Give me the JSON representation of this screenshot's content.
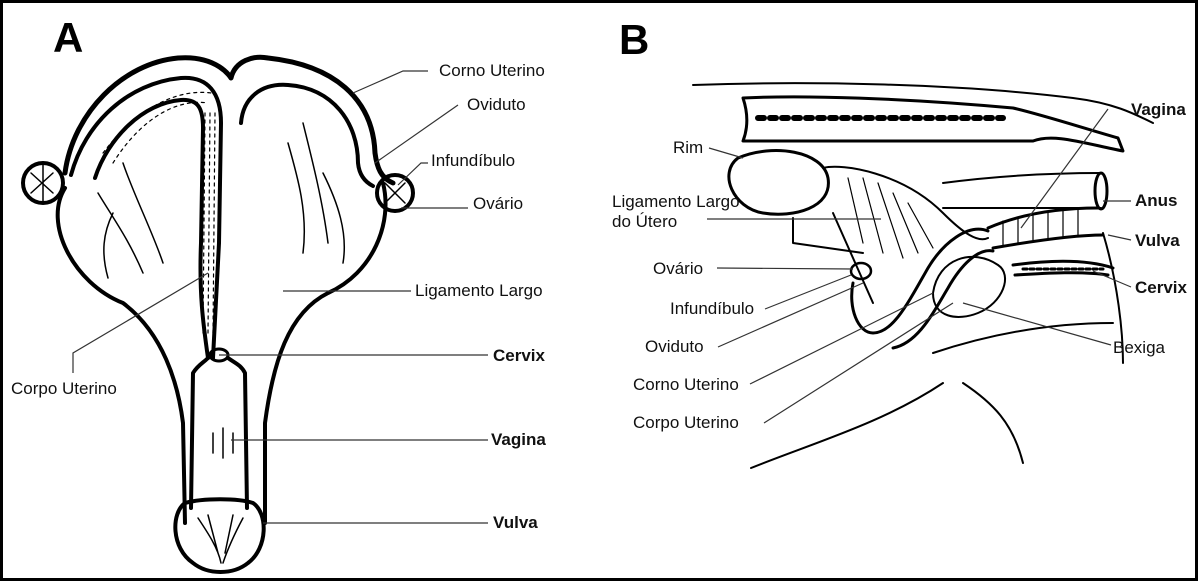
{
  "panels": {
    "a": {
      "letter": "A",
      "labels": {
        "corno_uterino": "Corno Uterino",
        "oviduto": "Oviduto",
        "infundibulo": "Infundíbulo",
        "ovario": "Ovário",
        "ligamento_largo": "Ligamento Largo",
        "cervix": "Cervix",
        "corpo_uterino": "Corpo Uterino",
        "vagina": "Vagina",
        "vulva": "Vulva"
      }
    },
    "b": {
      "letter": "B",
      "labels": {
        "rim": "Rim",
        "ligamento_largo_line1": "Ligamento Largo",
        "ligamento_largo_line2": "do Útero",
        "ovario": "Ovário",
        "infundibulo": "Infundíbulo",
        "oviduto": "Oviduto",
        "corno_uterino": "Corno Uterino",
        "corpo_uterino": "Corpo Uterino",
        "vagina": "Vagina",
        "anus": "Anus",
        "vulva": "Vulva",
        "cervix": "Cervix",
        "bexiga": "Bexiga"
      }
    }
  }
}
